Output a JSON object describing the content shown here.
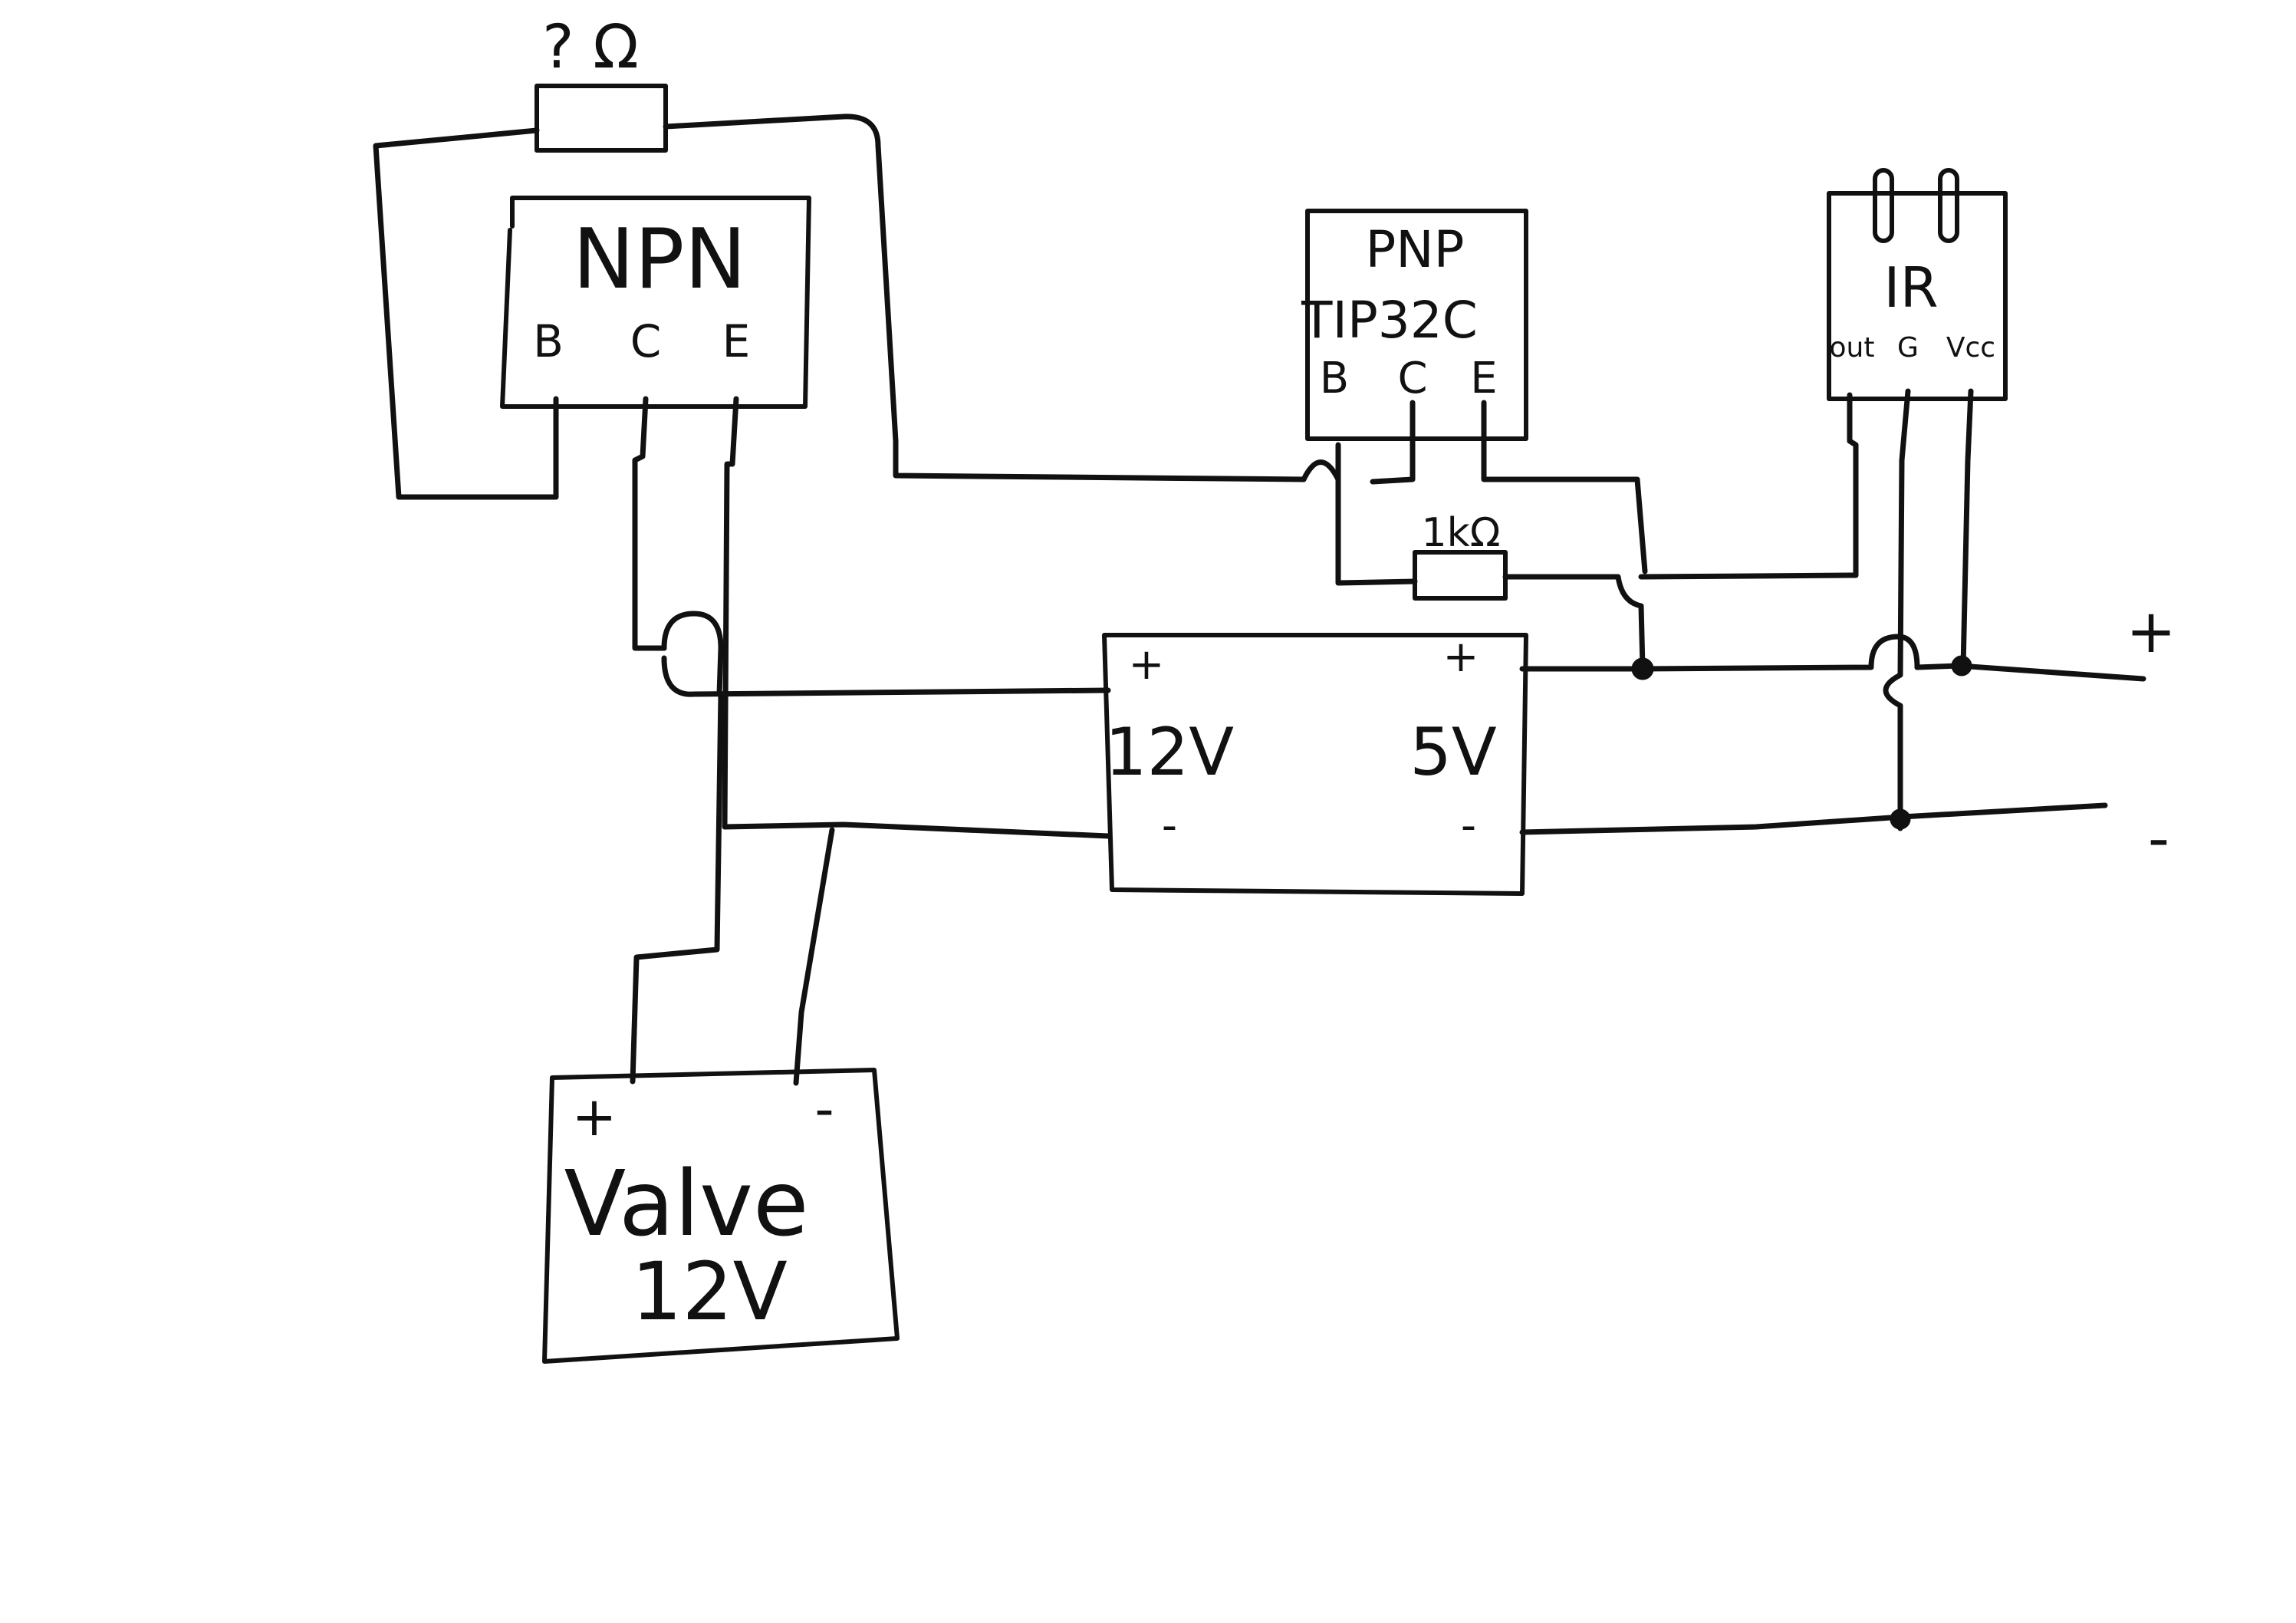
{
  "components": {
    "npn": {
      "label": "NPN",
      "pins": [
        "B",
        "C",
        "E"
      ]
    },
    "pnp": {
      "label": "PNP",
      "part": "TIP32C",
      "pins": [
        "B",
        "C",
        "E"
      ]
    },
    "ir": {
      "label": "IR",
      "pins": [
        "out",
        "G",
        "Vcc"
      ]
    },
    "converter": {
      "in_plus": "+",
      "in_label": "12V",
      "in_minus": "-",
      "out_plus": "+",
      "out_label": "5V",
      "out_minus": "-"
    },
    "valve": {
      "label": "Valve",
      "voltage": "12V",
      "plus": "+",
      "minus": "-"
    }
  },
  "resistors": {
    "unknown": {
      "label": "? Ω"
    },
    "base": {
      "label": "1kΩ"
    }
  },
  "rails": {
    "plus": "+",
    "minus": "-"
  },
  "colors": {
    "ink": "#111111",
    "paper": "#ffffff"
  }
}
